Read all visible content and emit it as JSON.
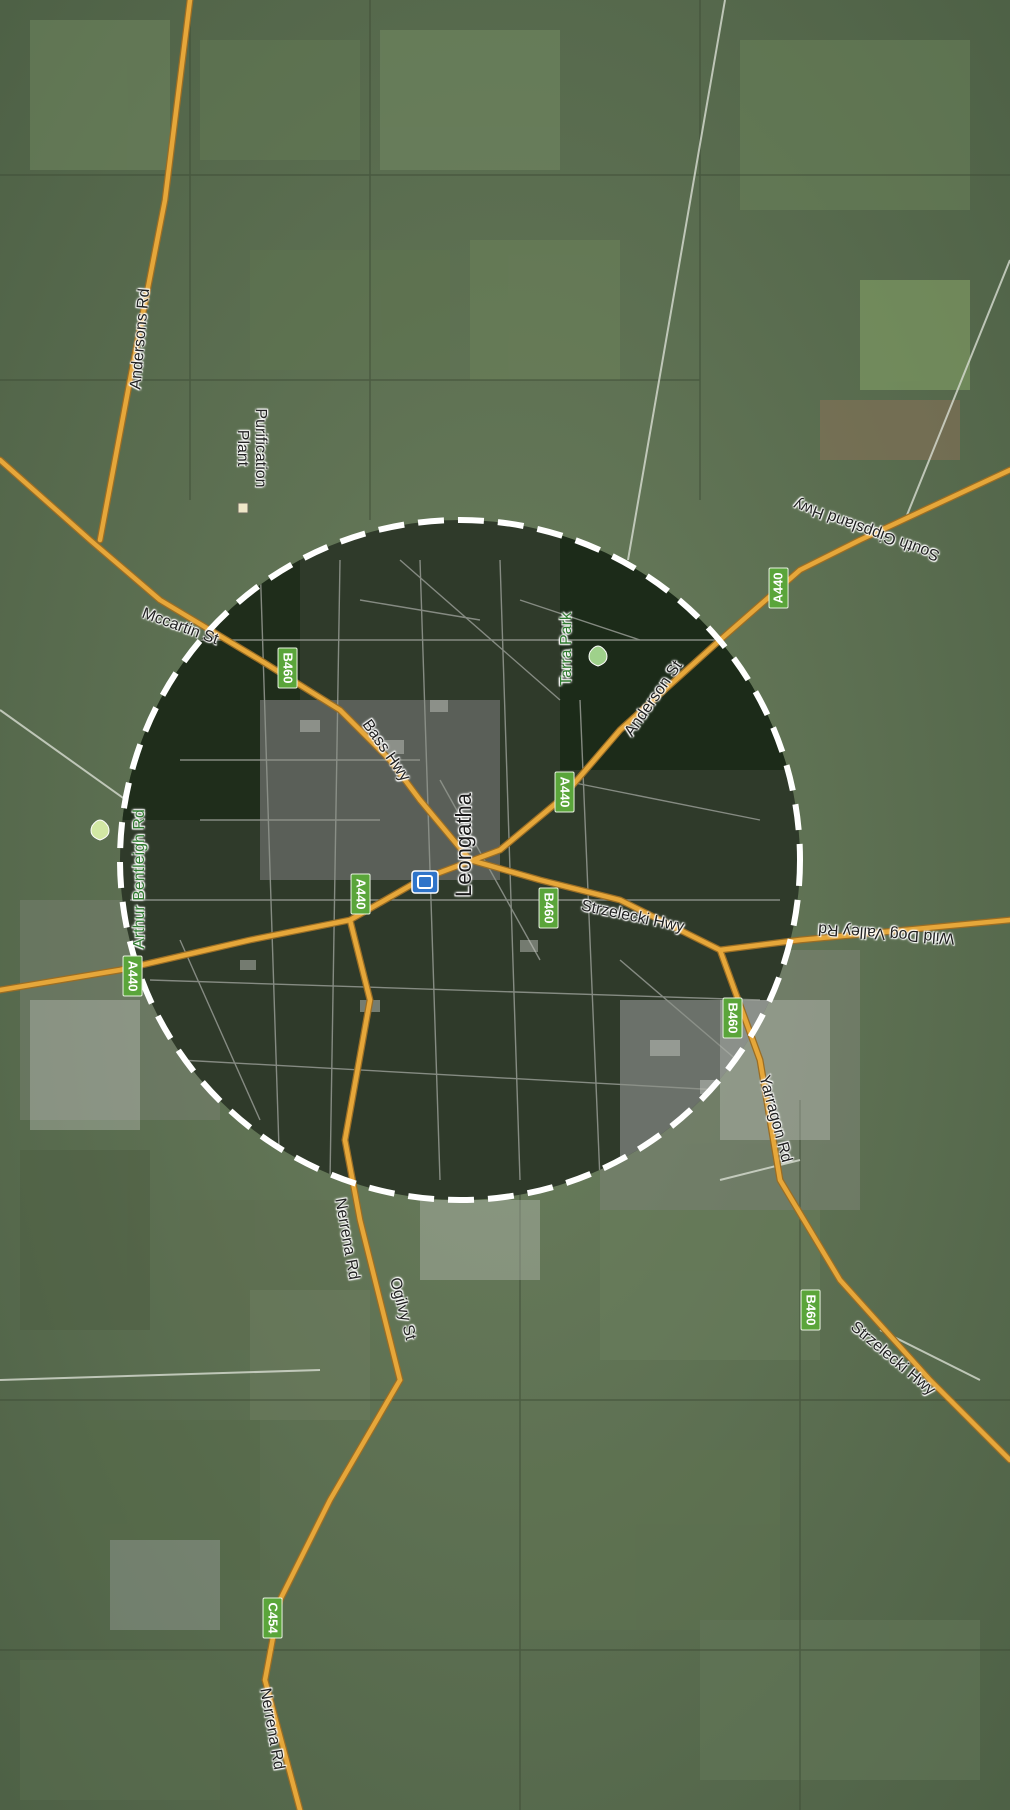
{
  "map": {
    "town": "Leongatha",
    "roads": {
      "andersons_rd": "Andersons Rd",
      "mccartin_st": "Mccartin St",
      "bass_hwy": "Bass Hwy",
      "anderson_st": "Anderson St",
      "south_gippsland_hwy": "South Gippsland Hwy",
      "strzelecki_hwy_1": "Strzelecki Hwy",
      "strzelecki_hwy_2": "Strzelecki Hwy",
      "wild_dog_valley_rd": "Wild Dog Valley Rd",
      "yarragon_rd": "Yarragon Rd",
      "nerrena_rd_1": "Nerrena Rd",
      "nerrena_rd_2": "Nerrena Rd",
      "ogilvy_st": "Ogilvy St"
    },
    "places": {
      "purification_plant": "Purification Plant",
      "tarra_park": "Tarra Park",
      "arthur_bentleigh_rd": "Arthur Bentleigh Rd"
    },
    "shields": {
      "b460_nw": "B460",
      "a440_ne": "A440",
      "a440_center": "A440",
      "a440_w": "A440",
      "a440_far_w": "A440",
      "b460_center": "B460",
      "b460_e": "B460",
      "b460_se": "B460",
      "c454": "C454"
    },
    "colors": {
      "road": "#e6a73a",
      "shield": "#5aa53a",
      "outline": "#ffffff"
    },
    "icons": {
      "poi": "plant-icon",
      "park": "tree-icon",
      "hospital": "hospital-icon"
    }
  }
}
